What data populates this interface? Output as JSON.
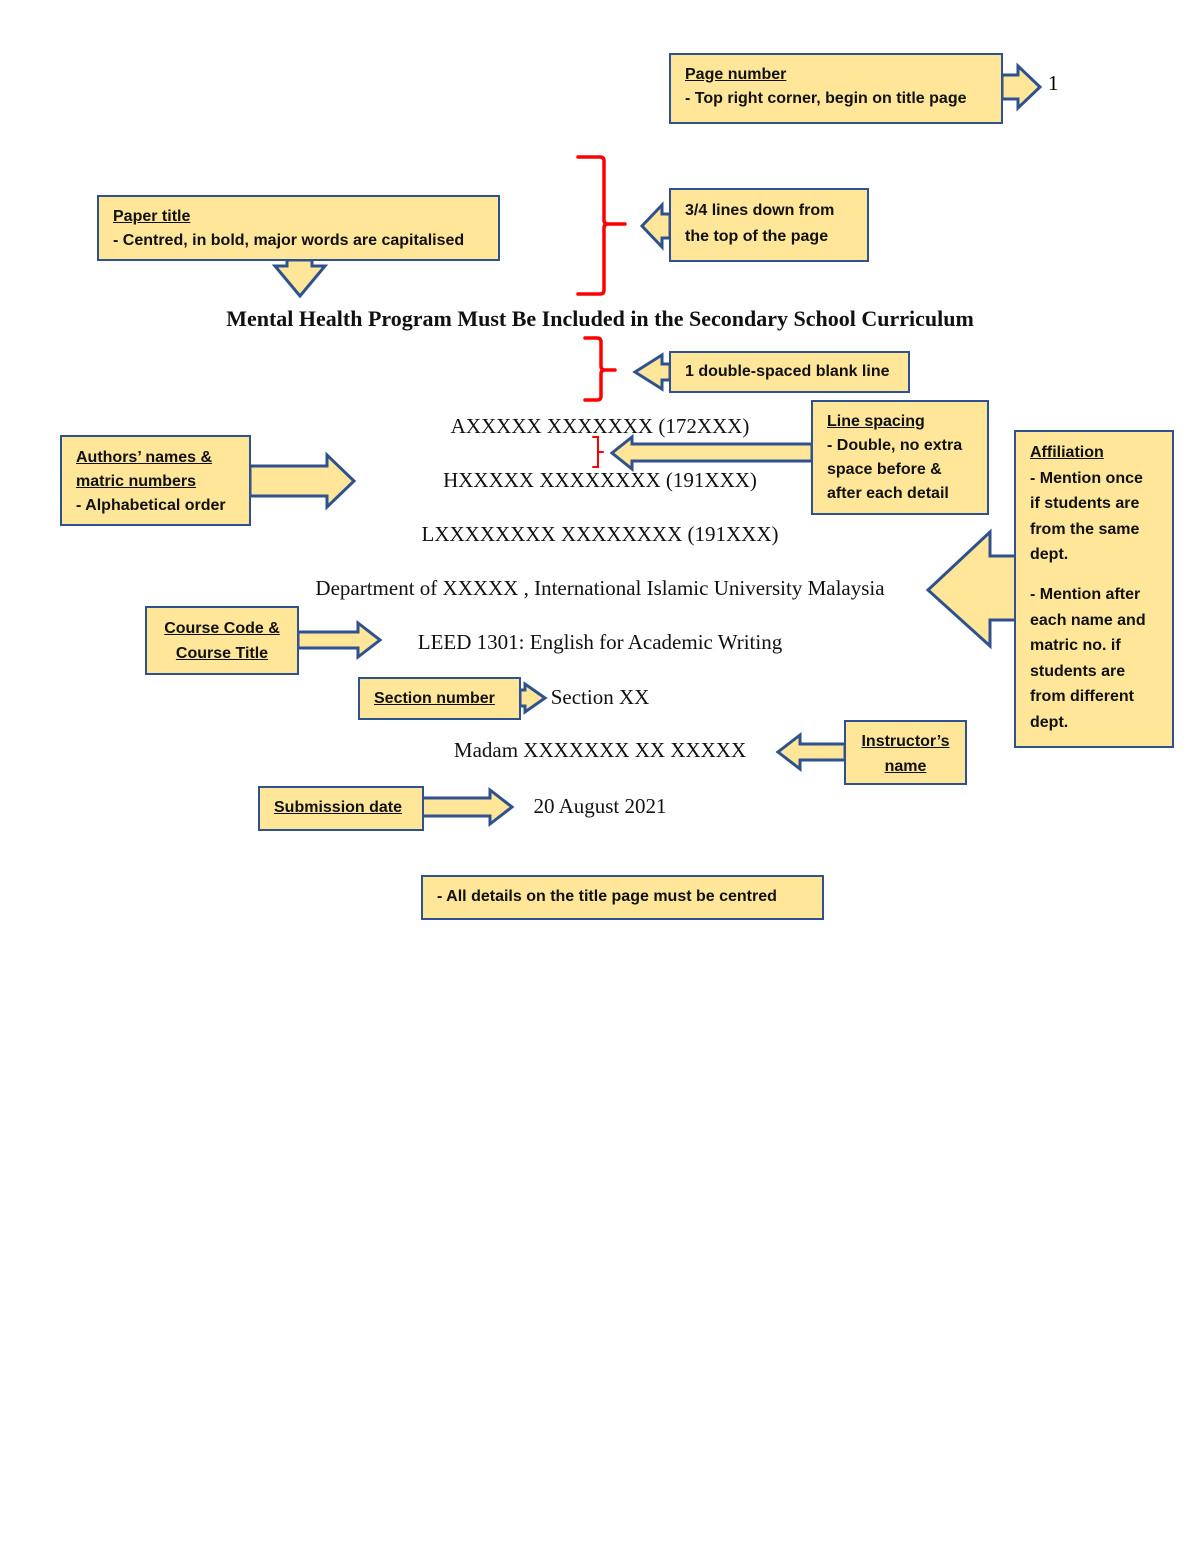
{
  "page_number": "1",
  "document": {
    "title": "Mental Health Program Must Be Included in the Secondary School Curriculum",
    "authors": [
      "AXXXXX XXXXXXX (172XXX)",
      "HXXXXX XXXXXXXX (191XXX)",
      "LXXXXXXXX XXXXXXXX  (191XXX)"
    ],
    "affiliation": "Department of XXXXX , International Islamic University Malaysia",
    "course": "LEED 1301: English for Academic Writing",
    "section": "Section XX",
    "instructor": "Madam XXXXXXX XX XXXXX",
    "date": "20 August 2021"
  },
  "annotations": {
    "page_number": {
      "heading": "Page number",
      "text": "- Top right corner, begin on title page"
    },
    "paper_title": {
      "heading": "Paper title",
      "text": "- Centred, in bold, major words are capitalised"
    },
    "top_spacing": {
      "line1": "3/4 lines down from",
      "line2": "the top of the page"
    },
    "blank_line": {
      "text": "1 double-spaced blank line"
    },
    "line_spacing": {
      "heading": "Line spacing",
      "line1": "- Double, no extra",
      "line2": "space before &",
      "line3": "after each detail"
    },
    "authors": {
      "heading1": "Authors’ names &",
      "heading2": "matric numbers",
      "text": "- Alphabetical order"
    },
    "affiliation": {
      "heading": "Affiliation",
      "lines1": [
        "- Mention once",
        "if students are",
        "from the same",
        "dept."
      ],
      "lines2": [
        "- Mention after",
        "each name and",
        "matric no.  if",
        "students are",
        "from different",
        "dept."
      ]
    },
    "course": {
      "line1": "Course Code &",
      "line2": "Course Title"
    },
    "section": {
      "text": "Section number"
    },
    "instructor": {
      "line1": "Instructor’s",
      "line2": "name"
    },
    "date": {
      "text": "Submission date"
    },
    "note": {
      "text": "- All details on the title page must be centred"
    }
  },
  "colors": {
    "box_fill": "#ffe699",
    "box_border": "#2f528f",
    "bracket": "#ff0000"
  }
}
